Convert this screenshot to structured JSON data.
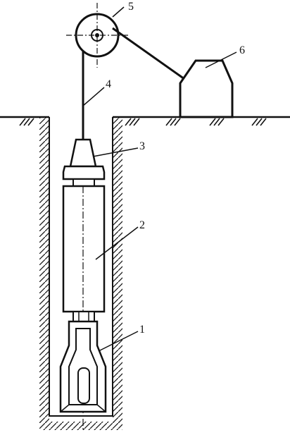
{
  "diagram": {
    "callouts": [
      {
        "id": "downhole-tool",
        "label": "1"
      },
      {
        "id": "tool-body",
        "label": "2"
      },
      {
        "id": "cable-head",
        "label": "3"
      },
      {
        "id": "cable",
        "label": "4"
      },
      {
        "id": "pulley",
        "label": "5"
      },
      {
        "id": "winch-truck",
        "label": "6"
      }
    ]
  }
}
